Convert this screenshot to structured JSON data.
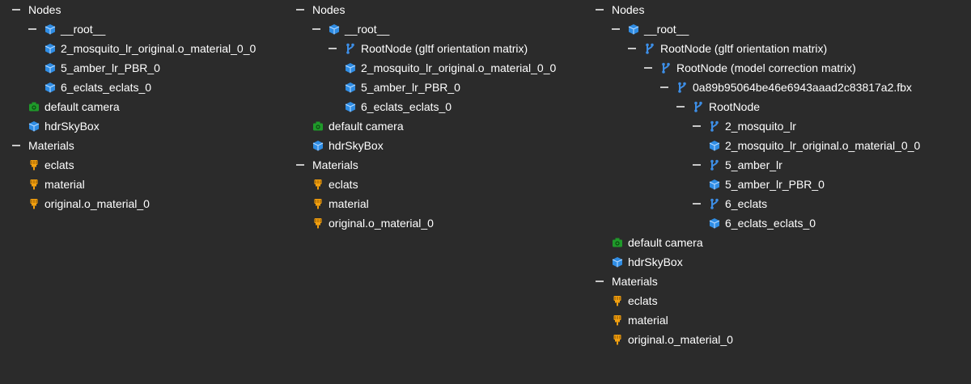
{
  "panels": [
    {
      "rows": [
        {
          "label": "Nodes",
          "depth": 0,
          "collapse": true,
          "icon": null
        },
        {
          "label": "__root__",
          "depth": 1,
          "collapse": true,
          "icon": "cube-icon"
        },
        {
          "label": "2_mosquito_lr_original.o_material_0_0",
          "depth": 2,
          "collapse": false,
          "icon": "cube-icon"
        },
        {
          "label": "5_amber_lr_PBR_0",
          "depth": 2,
          "collapse": false,
          "icon": "cube-icon"
        },
        {
          "label": "6_eclats_eclats_0",
          "depth": 2,
          "collapse": false,
          "icon": "cube-icon"
        },
        {
          "label": "default camera",
          "depth": 1,
          "collapse": false,
          "icon": "camera-icon"
        },
        {
          "label": "hdrSkyBox",
          "depth": 1,
          "collapse": false,
          "icon": "cube-icon"
        },
        {
          "label": "Materials",
          "depth": 0,
          "collapse": true,
          "icon": null
        },
        {
          "label": "eclats",
          "depth": 1,
          "collapse": false,
          "icon": "material-icon"
        },
        {
          "label": "material",
          "depth": 1,
          "collapse": false,
          "icon": "material-icon"
        },
        {
          "label": "original.o_material_0",
          "depth": 1,
          "collapse": false,
          "icon": "material-icon"
        }
      ]
    },
    {
      "rows": [
        {
          "label": "Nodes",
          "depth": 0,
          "collapse": true,
          "icon": null
        },
        {
          "label": "__root__",
          "depth": 1,
          "collapse": true,
          "icon": "cube-icon"
        },
        {
          "label": "RootNode (gltf orientation matrix)",
          "depth": 2,
          "collapse": true,
          "icon": "branch-icon"
        },
        {
          "label": "2_mosquito_lr_original.o_material_0_0",
          "depth": 3,
          "collapse": false,
          "icon": "cube-icon"
        },
        {
          "label": "5_amber_lr_PBR_0",
          "depth": 3,
          "collapse": false,
          "icon": "cube-icon"
        },
        {
          "label": "6_eclats_eclats_0",
          "depth": 3,
          "collapse": false,
          "icon": "cube-icon"
        },
        {
          "label": "default camera",
          "depth": 1,
          "collapse": false,
          "icon": "camera-icon"
        },
        {
          "label": "hdrSkyBox",
          "depth": 1,
          "collapse": false,
          "icon": "cube-icon"
        },
        {
          "label": "Materials",
          "depth": 0,
          "collapse": true,
          "icon": null
        },
        {
          "label": "eclats",
          "depth": 1,
          "collapse": false,
          "icon": "material-icon"
        },
        {
          "label": "material",
          "depth": 1,
          "collapse": false,
          "icon": "material-icon"
        },
        {
          "label": "original.o_material_0",
          "depth": 1,
          "collapse": false,
          "icon": "material-icon"
        }
      ]
    },
    {
      "rows": [
        {
          "label": "Nodes",
          "depth": 0,
          "collapse": true,
          "icon": null
        },
        {
          "label": "__root__",
          "depth": 1,
          "collapse": true,
          "icon": "cube-icon"
        },
        {
          "label": "RootNode (gltf orientation matrix)",
          "depth": 2,
          "collapse": true,
          "icon": "branch-icon"
        },
        {
          "label": "RootNode (model correction matrix)",
          "depth": 3,
          "collapse": true,
          "icon": "branch-icon"
        },
        {
          "label": "0a89b95064be46e6943aaad2c83817a2.fbx",
          "depth": 4,
          "collapse": true,
          "icon": "branch-icon"
        },
        {
          "label": "RootNode",
          "depth": 5,
          "collapse": true,
          "icon": "branch-icon"
        },
        {
          "label": "2_mosquito_lr",
          "depth": 6,
          "collapse": true,
          "icon": "branch-icon"
        },
        {
          "label": "2_mosquito_lr_original.o_material_0_0",
          "depth": 7,
          "collapse": false,
          "icon": "cube-icon"
        },
        {
          "label": "5_amber_lr",
          "depth": 6,
          "collapse": true,
          "icon": "branch-icon"
        },
        {
          "label": "5_amber_lr_PBR_0",
          "depth": 7,
          "collapse": false,
          "icon": "cube-icon"
        },
        {
          "label": "6_eclats",
          "depth": 6,
          "collapse": true,
          "icon": "branch-icon"
        },
        {
          "label": "6_eclats_eclats_0",
          "depth": 7,
          "collapse": false,
          "icon": "cube-icon"
        },
        {
          "label": "default camera",
          "depth": 1,
          "collapse": false,
          "icon": "camera-icon"
        },
        {
          "label": "hdrSkyBox",
          "depth": 1,
          "collapse": false,
          "icon": "cube-icon"
        },
        {
          "label": "Materials",
          "depth": 0,
          "collapse": true,
          "icon": null
        },
        {
          "label": "eclats",
          "depth": 1,
          "collapse": false,
          "icon": "material-icon"
        },
        {
          "label": "material",
          "depth": 1,
          "collapse": false,
          "icon": "material-icon"
        },
        {
          "label": "original.o_material_0",
          "depth": 1,
          "collapse": false,
          "icon": "material-icon"
        }
      ]
    }
  ],
  "colors": {
    "background": "#2b2b2b",
    "text": "#ffffff",
    "collapse": "#c8c8c8",
    "cube": "#2f8de4",
    "branch": "#3d8ee6",
    "camera": "#1f9a2a",
    "material": "#f2a010"
  }
}
